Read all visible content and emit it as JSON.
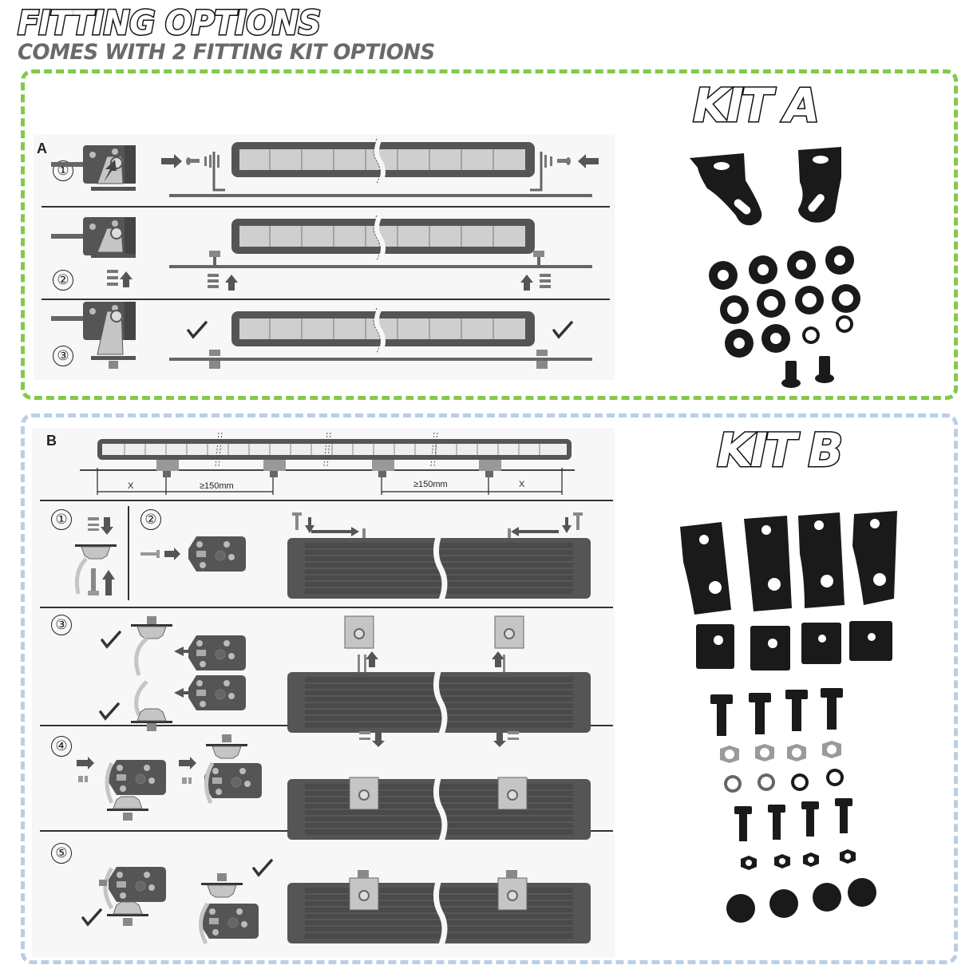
{
  "header": {
    "title": "FITTING OPTIONS",
    "subtitle": "COMES WITH 2 FITTING KIT OPTIONS"
  },
  "colors": {
    "kit_a_border": "#82c94c",
    "kit_b_border": "#b8cfe6",
    "subtitle": "#6a6a6a",
    "hardware": "#1a1a1a",
    "diagram_dark": "#5a5a5a",
    "diagram_light": "#c8c8c8"
  },
  "kit_a": {
    "label": "KIT A",
    "diagram": {
      "section_letter": "A",
      "steps": [
        {
          "number": "①",
          "description": "Side bracket fastened to light bar end with bolt and washers"
        },
        {
          "number": "②",
          "description": "Bracket bolted down through mounting surface with nut and washers"
        },
        {
          "number": "③",
          "description": "Completed installation",
          "status": "check"
        }
      ]
    },
    "contents": {
      "brackets": 2,
      "flat_washers": 10,
      "spring_washers": 2,
      "button_head_bolts": 2
    }
  },
  "kit_b": {
    "label": "KIT B",
    "diagram": {
      "section_letter": "B",
      "dimensions": {
        "end_spacing": "X",
        "min_spacing": "≥150mm"
      },
      "steps": [
        {
          "number": "①",
          "description": "Bolt and nut clamp onto mount"
        },
        {
          "number": "②",
          "description": "Insert bolt into slide mount"
        },
        {
          "number": "③",
          "description": "Slide mount into light bar track",
          "status": "check"
        },
        {
          "number": "④",
          "description": "Secure bracket to mount"
        },
        {
          "number": "⑤",
          "description": "Completed installation",
          "status": "check"
        }
      ]
    },
    "contents": {
      "curved_brackets": 4,
      "clamp_blocks": 4,
      "large_hex_bolts": 4,
      "nylock_nuts": 4,
      "spring_washers": 4,
      "small_hex_bolts": 4,
      "hex_nuts": 4,
      "rubber_caps": 4
    }
  }
}
